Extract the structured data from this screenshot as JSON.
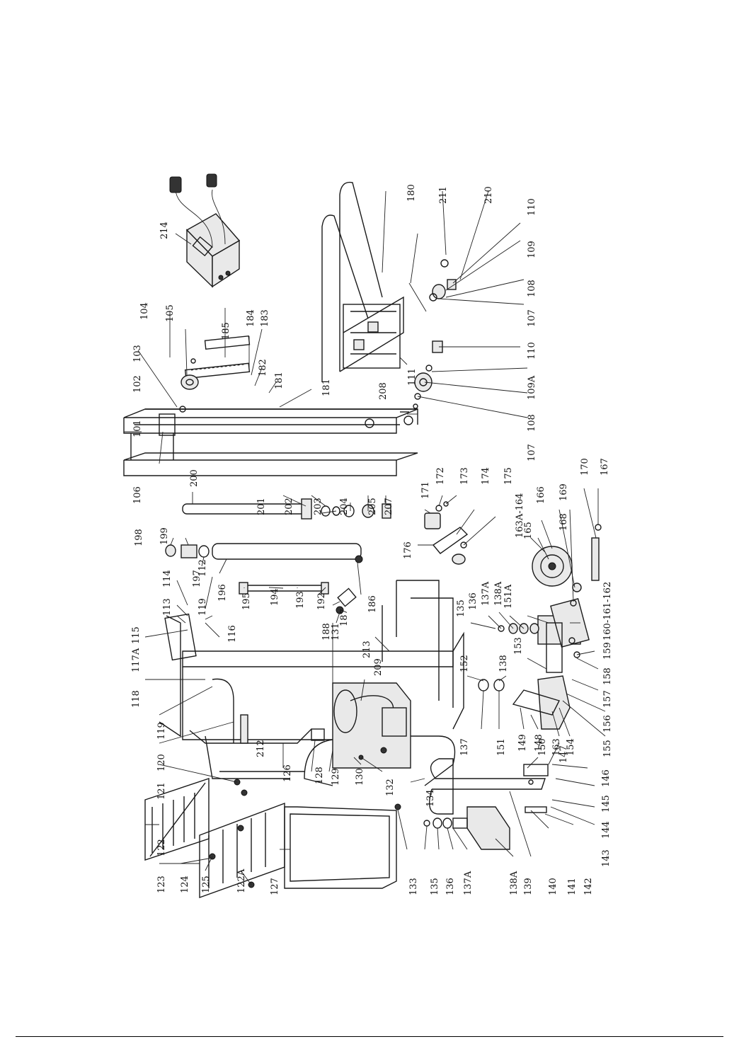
{
  "diagram": {
    "labels": [
      "214",
      "185",
      "184",
      "183",
      "182",
      "181",
      "181",
      "180",
      "211",
      "210",
      "110",
      "109",
      "108",
      "107",
      "105",
      "104",
      "103",
      "102",
      "101",
      "106",
      "111",
      "110",
      "109A",
      "108",
      "107",
      "208",
      "200",
      "201",
      "202",
      "203",
      "204",
      "205",
      "207",
      "198",
      "199",
      "197",
      "196",
      "186",
      "187",
      "192",
      "193",
      "194",
      "195",
      "188",
      "171",
      "172",
      "173",
      "174",
      "175",
      "176",
      "166",
      "169",
      "168",
      "170",
      "167",
      "165",
      "163A-164",
      "151A",
      "138A",
      "137A",
      "136",
      "135",
      "152",
      "138",
      "137",
      "151",
      "153",
      "160-161-162",
      "159",
      "158",
      "157",
      "156",
      "155",
      "154",
      "163",
      "150",
      "149",
      "148",
      "147",
      "146",
      "145",
      "144",
      "143",
      "142",
      "141",
      "140",
      "139",
      "138A",
      "137A",
      "136",
      "135",
      "133",
      "134",
      "132",
      "130",
      "129",
      "128",
      "126",
      "127",
      "122A",
      "125",
      "124",
      "123",
      "122",
      "121",
      "120",
      "119",
      "212",
      "213",
      "209",
      "131",
      "118",
      "117A",
      "115",
      "113",
      "114",
      "112",
      "119",
      "116"
    ]
  }
}
